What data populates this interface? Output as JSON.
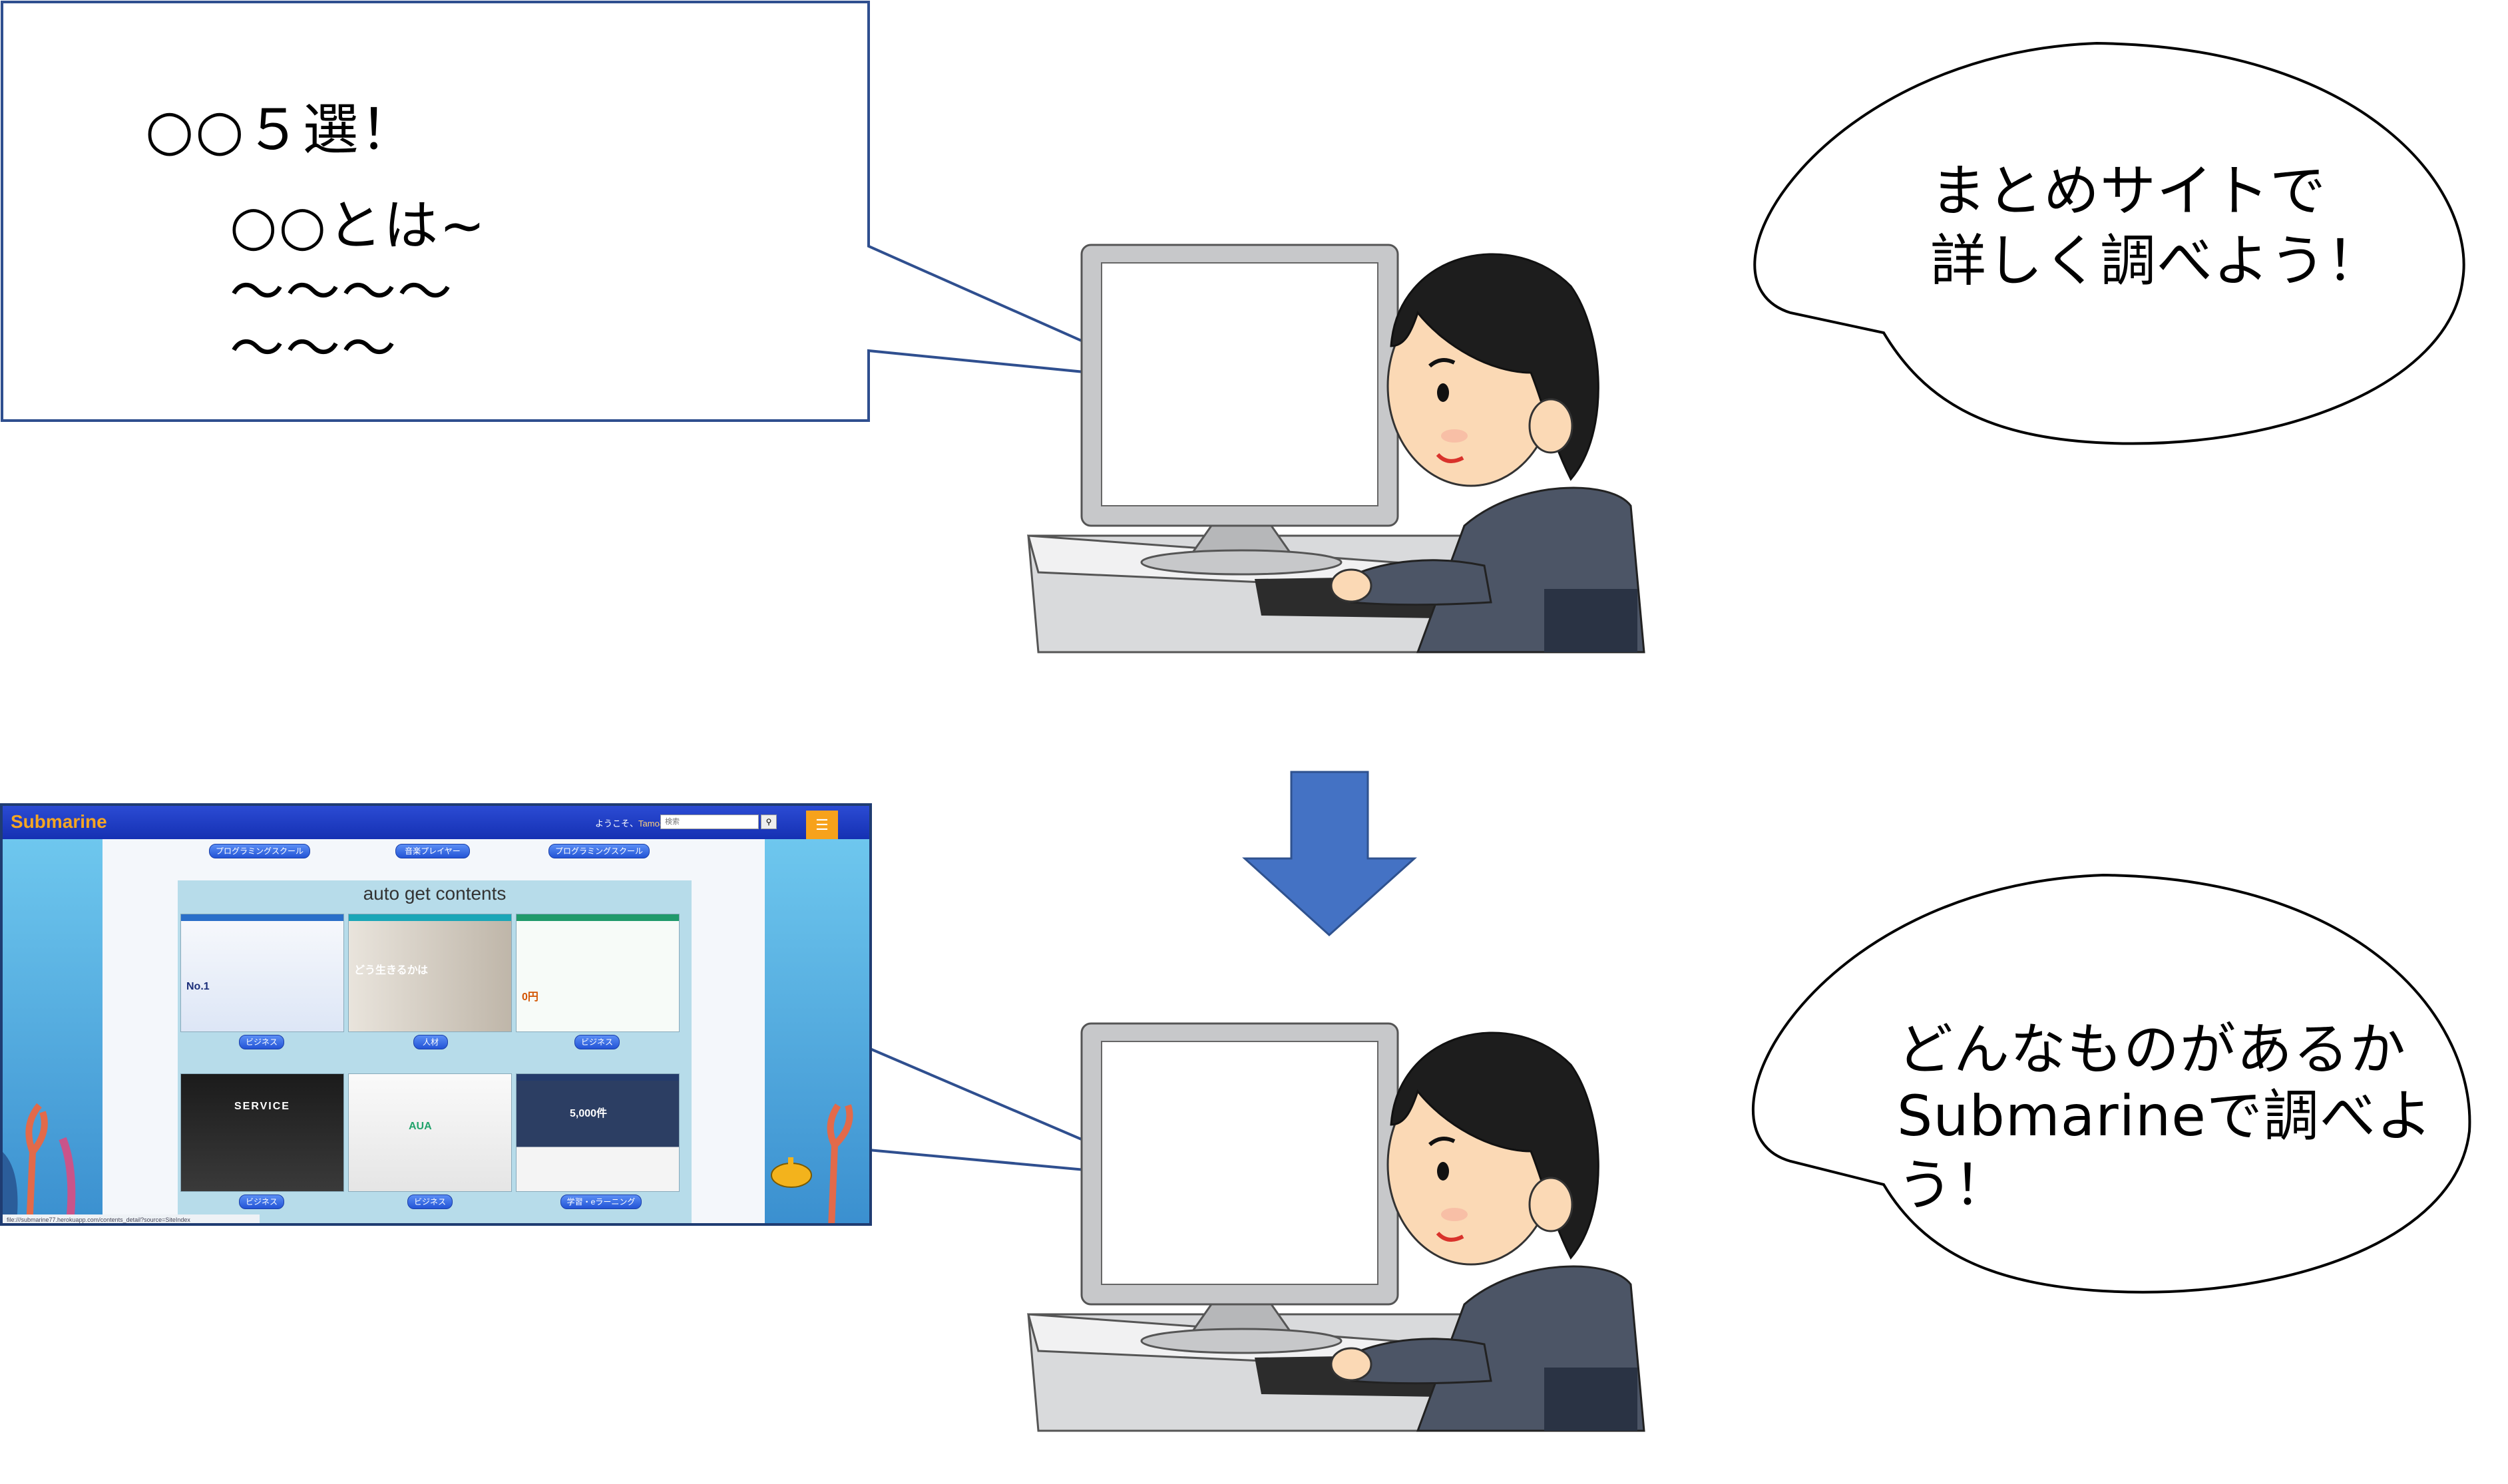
{
  "summary_box": {
    "heading": "○○５選！",
    "lines": [
      "○○とは~",
      "～～～～",
      "～～～"
    ]
  },
  "bubble_top": {
    "line1": "まとめサイトで",
    "line2": "詳しく調べよう！"
  },
  "bubble_bottom": {
    "line1": "どんなものがあるか",
    "line2": "Submarineで調べよう！"
  },
  "colors": {
    "outline": "#2f4f8f",
    "arrow": "#4472c4",
    "bubble_stroke": "#000000"
  },
  "submarine": {
    "brand": "Submarine",
    "welcome": "ようこそ、",
    "user": "Tamo様",
    "search_placeholder": "検索",
    "menu_icon": "☰",
    "top_pills": [
      "プログラミングスクール",
      "音楽プレイヤー",
      "プログラミングスクール"
    ],
    "contents_title": "auto get contents",
    "thumb_captions": [
      "No.1",
      "どう生きるかは",
      "0円",
      "SERVICE",
      "AUA",
      "5,000件"
    ],
    "tags": [
      "ビジネス",
      "人材",
      "ビジネス",
      "ビジネス",
      "ビジネス",
      "学習・eラーニング"
    ],
    "status_url": "file:///submarine77.herokuapp.com/contents_detail?source=SiteIndex"
  }
}
